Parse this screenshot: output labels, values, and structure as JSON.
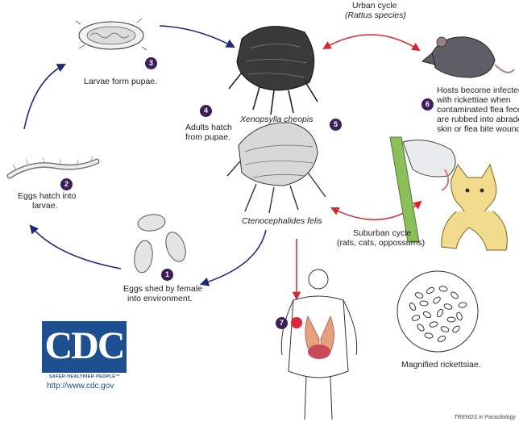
{
  "cycle": {
    "urban_cycle_line1": "Urban cycle",
    "urban_cycle_line2": "(Rattus species)",
    "suburban_cycle_line1": "Suburban cycle",
    "suburban_cycle_line2": "(rats, cats, oppossums)"
  },
  "steps": [
    {
      "number": "1",
      "text_line1": "Eggs shed by female",
      "text_line2": "into environment."
    },
    {
      "number": "2",
      "text_line1": "Eggs hatch into",
      "text_line2": "larvae."
    },
    {
      "number": "3",
      "text_line1": "Larvae form pupae.",
      "text_line2": ""
    },
    {
      "number": "4",
      "text_line1": "Adults hatch",
      "text_line2": "from pupae."
    },
    {
      "number": "5",
      "text_line1": "",
      "text_line2": ""
    },
    {
      "number": "6",
      "text_line1": "Hosts become infected",
      "text_line2": "with rickettiae when",
      "text_line3": "contaminated flea feces",
      "text_line4": "are rubbed into abraded",
      "text_line5": "skin or flea bite wounds."
    },
    {
      "number": "7",
      "text_line1": "",
      "text_line2": ""
    }
  ],
  "species": {
    "flea1": "Xenopsylla cheopis",
    "flea2": "Ctenocephalides felis"
  },
  "magnified_label": "Magnified rickettsiae.",
  "cdc": {
    "logo_text": "CDC",
    "tagline": "SAFER·HEALTHIER·PEOPLE™",
    "url": "http://www.cdc.gov"
  },
  "footer": "TRENDS in Parasitology",
  "colors": {
    "cycle_arrow": "#1e2a78",
    "host_arrow": "#d8262d",
    "step_badge": "#3b1e5a",
    "cdc_blue": "#1d4f91"
  }
}
